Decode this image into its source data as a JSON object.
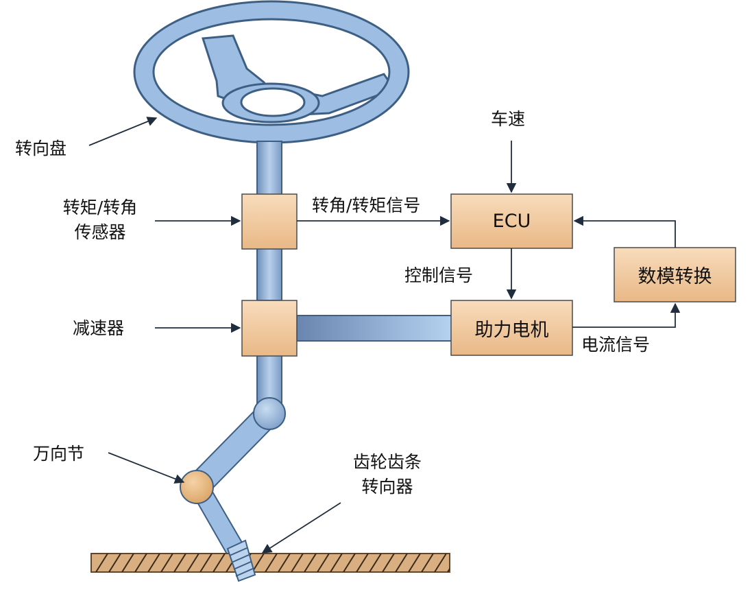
{
  "labels": {
    "steering_wheel": "转向盘",
    "sensor_line1": "转矩/转角",
    "sensor_line2": "传感器",
    "reducer": "减速器",
    "universal_joint": "万向节",
    "rack_line1": "齿轮齿条",
    "rack_line2": "转向器",
    "vehicle_speed": "车速",
    "angle_torque_signal": "转角/转矩信号",
    "control_signal": "控制信号",
    "current_signal": "电流信号"
  },
  "boxes": {
    "ecu": "ECU",
    "motor": "助力电机",
    "dac": "数模转换"
  },
  "colors": {
    "shaft_fill": "#a9c4e4",
    "shaft_stroke": "#3e5f84",
    "box_fill": "#f2caa0",
    "box_stroke": "#4a4a4a",
    "arrow": "#1f2d3d",
    "rack_fill": "#d9ae80"
  }
}
